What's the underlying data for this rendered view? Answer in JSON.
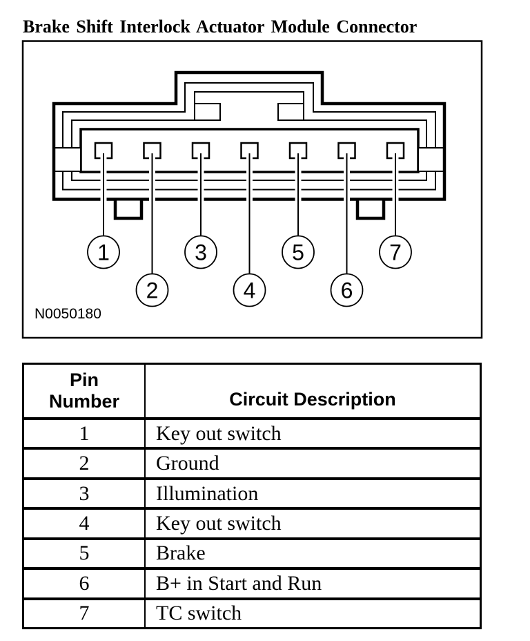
{
  "title": "Brake Shift Interlock Actuator Module Connector",
  "diagram": {
    "figure_id": "N0050180",
    "pin_labels": [
      "1",
      "2",
      "3",
      "4",
      "5",
      "6",
      "7"
    ]
  },
  "table": {
    "header": {
      "pin": "Pin Number",
      "description": "Circuit Description"
    },
    "rows": [
      {
        "pin": "1",
        "desc": "Key out switch"
      },
      {
        "pin": "2",
        "desc": "Ground"
      },
      {
        "pin": "3",
        "desc": "Illumination"
      },
      {
        "pin": "4",
        "desc": "Key out switch"
      },
      {
        "pin": "5",
        "desc": "Brake"
      },
      {
        "pin": "6",
        "desc": "B+ in Start and Run"
      },
      {
        "pin": "7",
        "desc": "TC switch"
      }
    ]
  },
  "colors": {
    "ink": "#000000",
    "background": "#ffffff"
  }
}
